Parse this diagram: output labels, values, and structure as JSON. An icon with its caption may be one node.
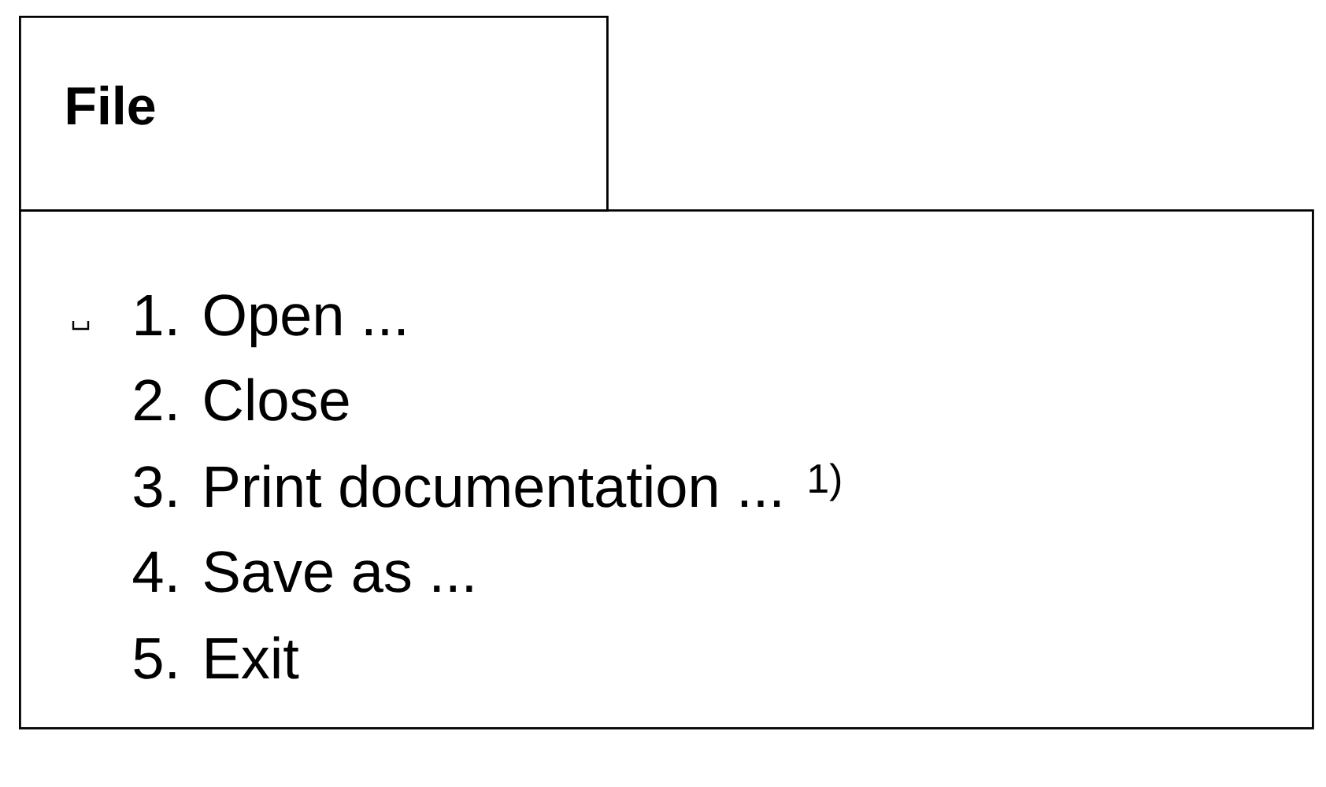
{
  "diagram": {
    "nodes": [
      {
        "text": [
          "File"
        ]
      },
      {
        "text": [
          "1. Open ...",
          "2. Close",
          "3. Print documentation ... $^{1)}$",
          "4. Save as ...",
          "5. Exit"
        ]
      }
    ]
  }
}
